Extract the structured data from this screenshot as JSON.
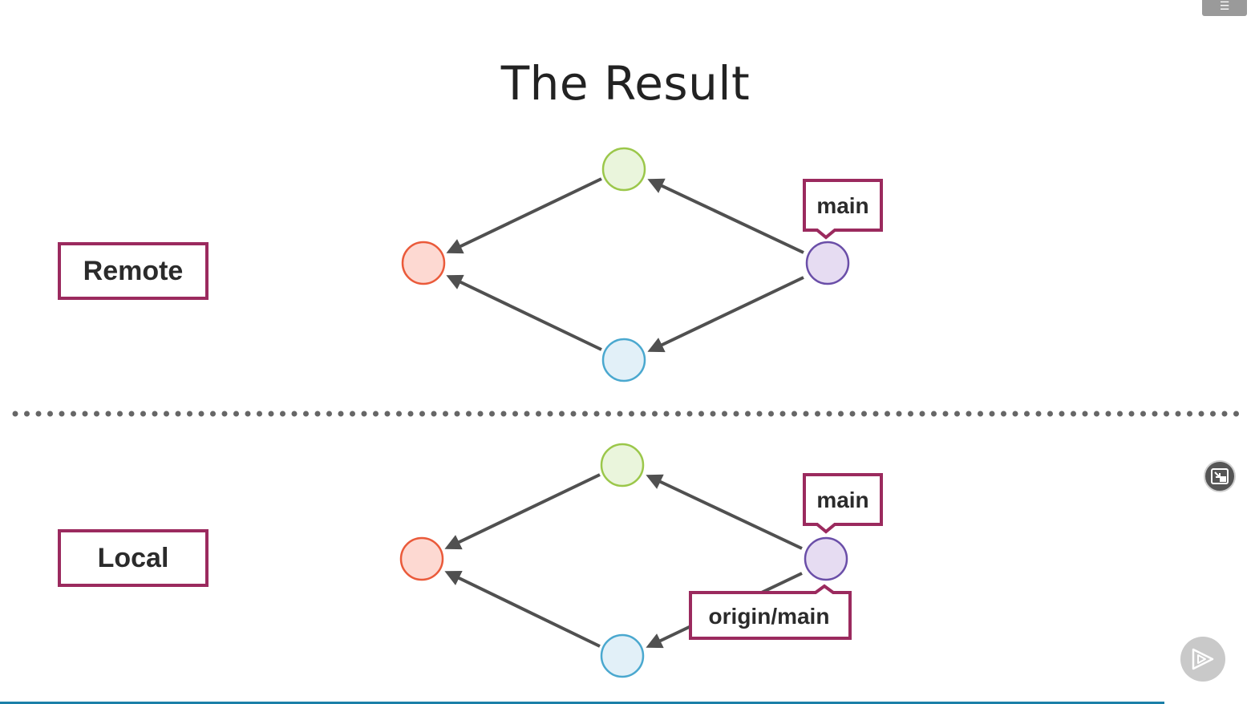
{
  "slide": {
    "title": "The Result",
    "sections": {
      "remote": {
        "label": "Remote",
        "tag_main": "main"
      },
      "local": {
        "label": "Local",
        "tag_main": "main",
        "tag_origin": "origin/main"
      }
    }
  },
  "commit_colors": {
    "red": {
      "fill": "#fdd9d2",
      "stroke": "#ea5a3a"
    },
    "green": {
      "fill": "#eaf5dc",
      "stroke": "#9bc74a"
    },
    "blue": {
      "fill": "#e2f0f8",
      "stroke": "#4aa8cf"
    },
    "purple": {
      "fill": "#e6dcf2",
      "stroke": "#6a4ea8"
    }
  },
  "accent_color": "#9b2a5e",
  "controls": {
    "menu_icon": "hamburger-icon",
    "pip_icon": "picture-in-picture-icon",
    "brand_icon": "play-logo-icon"
  }
}
